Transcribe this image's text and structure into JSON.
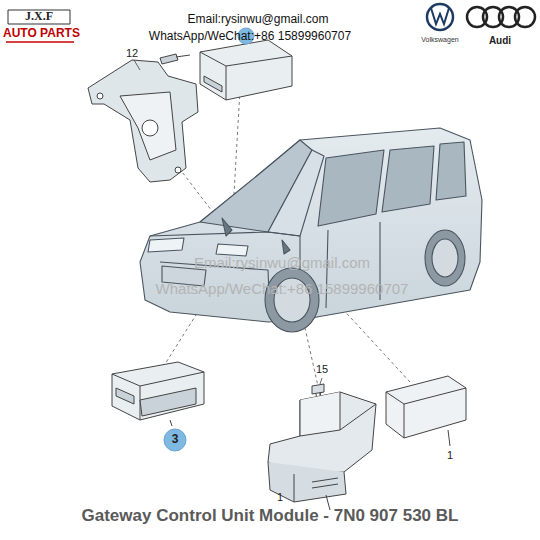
{
  "diagram": {
    "title": "Gateway Control Unit Module - 7N0 907 530 BL",
    "labels": [
      "J.X.F",
      "AUTO PARTS",
      "Email:rysinwu@gmail.com",
      "WhatsApp/WeChat:+86 15899960707",
      "Volkswagen",
      "Audi",
      "12",
      "Email:rysinwu@gmail.com",
      "WhatsApp/WeChat:+86 15899960707",
      "15",
      "3",
      "1",
      "1"
    ]
  }
}
